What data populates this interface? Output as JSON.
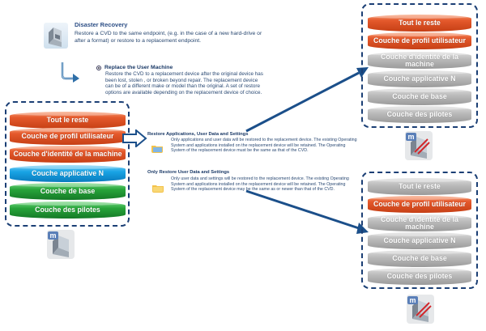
{
  "disaster_recovery": {
    "title": "Disaster Recovery",
    "text": "Restore a CVD  to the same endpoint, (e.g. in the case of a new hard-drive or after a format) or restore to a replacement endpoint."
  },
  "replace_machine": {
    "title": "Replace the User Machine",
    "text": "Restore the CVD to a replacement device after the original device has been lost, stolen , or broken beyond repair. The replacement device can be of a different make or model than the original. A set of restore options are available depending on the replacement device of choice."
  },
  "option_full": {
    "title": "Restore Applications, User Data and Settings",
    "text": "Only applications and user data will be restored to the replacement device. The existing Operating System and applications installed on the replacement device will be retained.  The Operating System of the replacement device must be the same as that of the CVD."
  },
  "option_data": {
    "title": "Only Restore User Data and Settings",
    "text": "Only user data and settings will be restored to the replacement device. The existing Operating System and applications installed on the replacement device will be retained.  The Operating System of the replacement device may be the same as or newer than that of the CVD."
  },
  "layers": {
    "tout": "Tout le reste",
    "profil": "Couche de profil utilisateur",
    "identite": "Couche d'identité de la machine",
    "applicative": "Couche applicative N",
    "base": "Couche de base",
    "pilotes": "Couche des pilotes"
  },
  "icon_letter": "m",
  "colors": {
    "stack_border": "#1b3f75",
    "layer_red": "#d9501f",
    "layer_blue": "#1aa0e0",
    "layer_green": "#28a23a",
    "layer_gray": "#b3b3b3",
    "arrow": "#1b4f8a"
  }
}
